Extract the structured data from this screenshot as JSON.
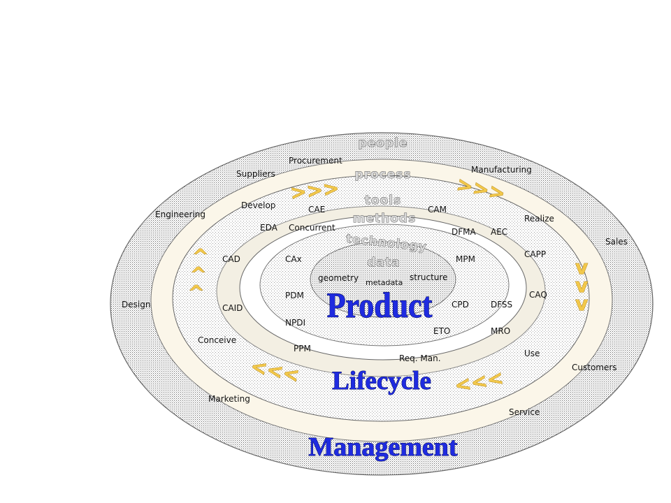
{
  "rings": {
    "people": "people",
    "process": "process",
    "tools": "tools",
    "methods": "methods",
    "technology": "technology",
    "data": "data"
  },
  "headline": {
    "product": "Product",
    "lifecycle": "Lifecycle",
    "management": "Management"
  },
  "outer_ring": {
    "procurement": "Procurement",
    "suppliers": "Suppliers",
    "manufacturing": "Manufacturing",
    "engineering": "Engineering",
    "sales": "Sales",
    "design": "Design",
    "customers": "Customers",
    "marketing": "Marketing",
    "service": "Service"
  },
  "process_ring": {
    "develop": "Develop",
    "realize": "Realize",
    "conceive": "Conceive",
    "use": "Use"
  },
  "tools_ring": {
    "cae": "CAE",
    "cam": "CAM",
    "eda": "EDA",
    "concurrent": "Concurrent",
    "dfma": "DFMA",
    "aec": "AEC",
    "cad": "CAD",
    "capp": "CAPP",
    "caq": "CAQ",
    "caid": "CAID",
    "ppm": "PPM",
    "req_man": "Req. Man.",
    "eto": "ETO",
    "mro": "MRO"
  },
  "technology_ring": {
    "cax": "CAx",
    "mpm": "MPM",
    "pdm": "PDM",
    "cpd": "CPD",
    "dfss": "DFSS",
    "npdi": "NPDI"
  },
  "data_core": {
    "geometry": "geometry",
    "metadata": "metadata",
    "structure": "structure"
  },
  "arrows": {
    "top_left": ">>>",
    "top_right": ">>>",
    "bottom_left": "<<<",
    "bottom_right": "<<<",
    "right": "v",
    "left": "^"
  },
  "colors": {
    "ring_fill": "#fbf6e9",
    "dot_color": "#6b6b6b",
    "title_blue": "#1f2be0",
    "arrow_gold": "#f2c84b"
  }
}
